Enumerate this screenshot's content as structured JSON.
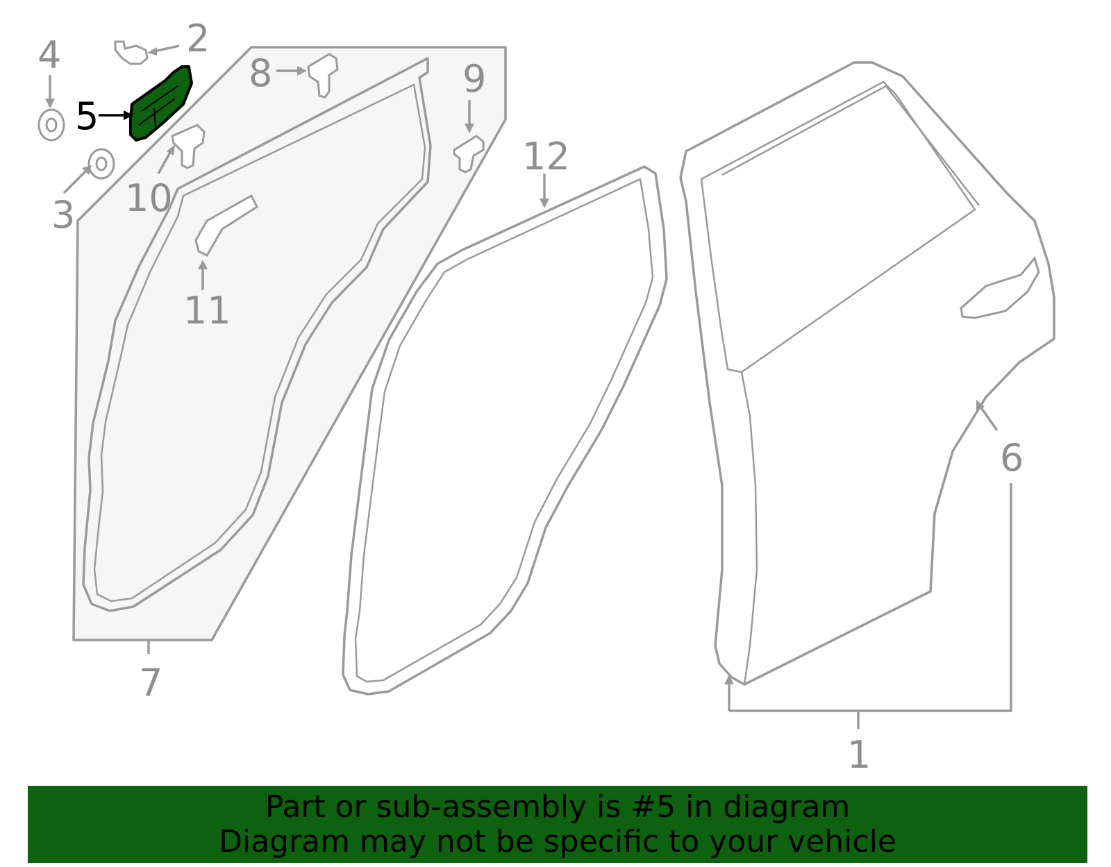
{
  "diagram": {
    "highlight_color": "#0e610e",
    "line_color": "#9a9a9a",
    "callouts": {
      "c1": "1",
      "c2": "2",
      "c3": "3",
      "c4": "4",
      "c5": "5",
      "c6": "6",
      "c7": "7",
      "c8": "8",
      "c9": "9",
      "c10": "10",
      "c11": "11",
      "c12": "12"
    },
    "highlighted_part": "5"
  },
  "banner": {
    "line1": "Part or sub-assembly is #5 in diagram",
    "line2": "Diagram may not be specific to your vehicle",
    "background": "#0e610e"
  }
}
